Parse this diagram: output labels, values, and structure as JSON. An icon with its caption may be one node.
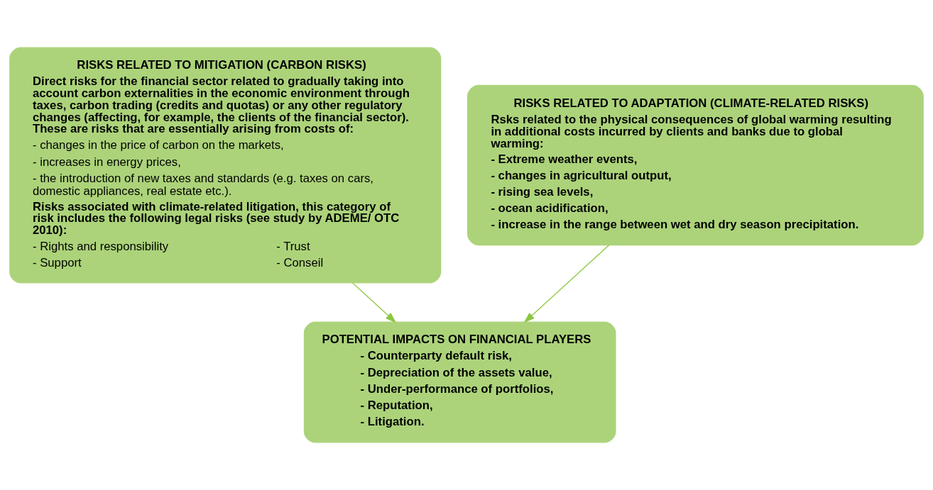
{
  "diagram": {
    "nodes": [
      {
        "text": [
          "RISKS RELATED TO MITIGATION (CARBON RISKS)",
          "Direct risks for the financial sector related to gradually taking into account carbon externalities in the economic environment through taxes, carbon trading (credits and quotas) or any other regulatory changes (affecting, for example, the clients of the financial sector). These are risks that are essentially arising from costs of:",
          "- changes in the price of carbon on the markets,",
          "- increases in energy prices,",
          "- the introduction of new taxes and standards (e.g. taxes on cars, domestic appliances, real estate etc.).",
          "Risks associated with climate-related litigation, this category of risk includes the following legal risks (see study by ADEME/ OTC 2010):",
          "- Rights and responsibility",
          "- Trust",
          "- Support",
          "- Conseil"
        ]
      },
      {
        "text": [
          "RISKS RELATED TO ADAPTATION (CLIMATE-RELATED RISKS)",
          "Rsks related to the physical consequences of global warming resulting in additional costs incurred by clients and banks due to global warming:",
          "- Extreme weather events,",
          "- changes in agricultural output,",
          "- rising sea levels,",
          "- ocean acidification,",
          "- increase in the range between wet and dry season precipitation."
        ]
      },
      {
        "text": [
          "POTENTIAL IMPACTS ON FINANCIAL PLAYERS",
          "- Counterparty default risk,",
          "- Depreciation of the assets value,",
          "- Under-performance of portfolios,",
          "- Reputation,",
          "- Litigation."
        ]
      }
    ],
    "edges": [
      {
        "from": 0,
        "to": 2,
        "arrow": "to"
      },
      {
        "from": 1,
        "to": 2,
        "arrow": "to"
      }
    ]
  }
}
